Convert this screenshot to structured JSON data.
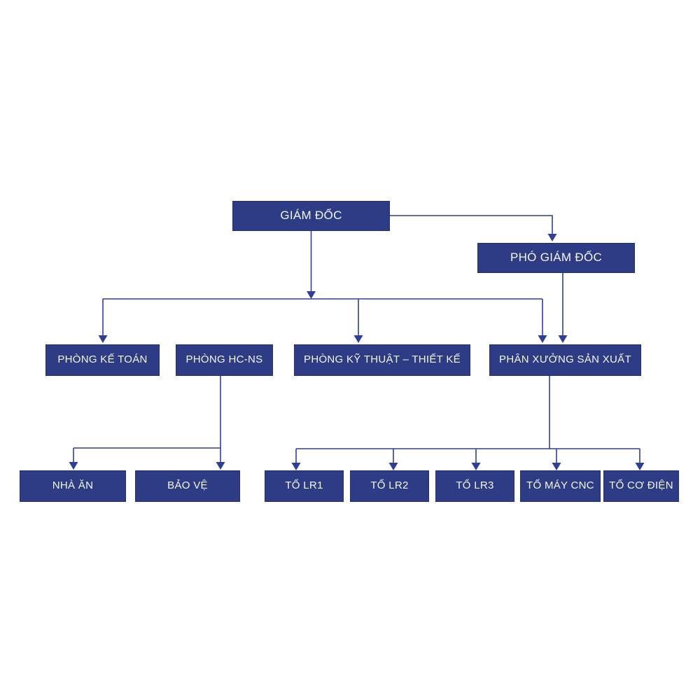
{
  "diagram": {
    "type": "org-chart",
    "language": "vi",
    "colors": {
      "box_fill": "#2d3c84",
      "box_border": "#24306b",
      "line_color": "#2f3f95",
      "text_color": "#f5f7fc",
      "bg_color": "#ffffff"
    },
    "nodes": {
      "giam_doc": {
        "label": "GIÁM ĐỐC"
      },
      "pho_giam_doc": {
        "label": "PHÓ GIÁM ĐỐC"
      },
      "phong_ke_toan": {
        "label": "PHÒNG KẾ TOÁN"
      },
      "phong_hc_ns": {
        "label": "PHÒNG HC-NS"
      },
      "phong_ky_thuat": {
        "label": "PHÒNG KỸ THUẬT – THIẾT KẾ"
      },
      "phan_xuong": {
        "label": "PHÂN XƯỞNG SẢN XUẤT"
      },
      "nha_an": {
        "label": "NHÀ ĂN"
      },
      "bao_ve": {
        "label": "BẢO VỆ"
      },
      "to_lr1": {
        "label": "TỔ LR1"
      },
      "to_lr2": {
        "label": "TỔ LR2"
      },
      "to_lr3": {
        "label": "TỔ LR3"
      },
      "to_may_cnc": {
        "label": "TỔ MÁY CNC"
      },
      "to_co_dien": {
        "label": "TỔ CƠ ĐIỆN"
      }
    },
    "edges": [
      {
        "from": "giam_doc",
        "to": "pho_giam_doc"
      },
      {
        "from": "giam_doc",
        "to": "phong_ke_toan"
      },
      {
        "from": "giam_doc",
        "to": "phong_ky_thuat"
      },
      {
        "from": "giam_doc",
        "to": "phan_xuong"
      },
      {
        "from": "pho_giam_doc",
        "to": "phan_xuong"
      },
      {
        "from": "phong_hc_ns",
        "to": "nha_an"
      },
      {
        "from": "phong_hc_ns",
        "to": "bao_ve"
      },
      {
        "from": "phan_xuong",
        "to": "to_lr1"
      },
      {
        "from": "phan_xuong",
        "to": "to_lr2"
      },
      {
        "from": "phan_xuong",
        "to": "to_lr3"
      },
      {
        "from": "phan_xuong",
        "to": "to_may_cnc"
      },
      {
        "from": "phan_xuong",
        "to": "to_co_dien"
      }
    ]
  }
}
